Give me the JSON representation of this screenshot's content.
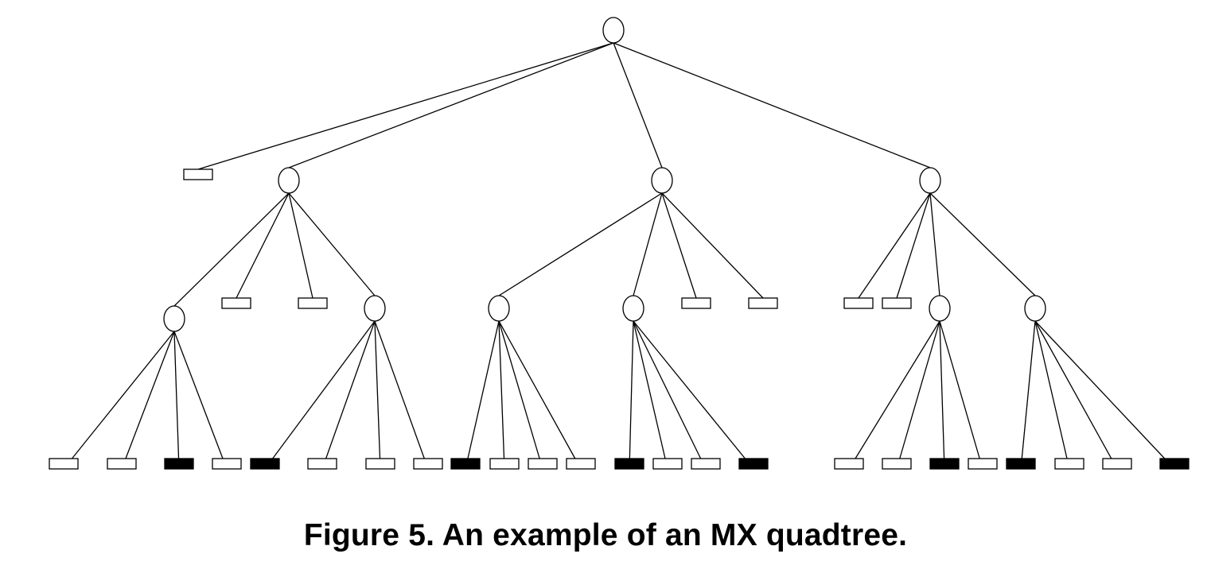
{
  "figure": {
    "caption": "Figure 5. An example of an MX quadtree."
  },
  "colors": {
    "line": "#000000",
    "black_leaf": "#000000",
    "white_leaf": "#ffffff",
    "background": "#ffffff"
  },
  "tree": {
    "node_types": [
      "internal",
      "white-leaf",
      "black-leaf"
    ],
    "root": {
      "type": "internal",
      "children": [
        {
          "type": "white"
        },
        {
          "type": "internal",
          "children": [
            {
              "type": "internal",
              "children": [
                {
                  "type": "white"
                },
                {
                  "type": "white"
                },
                {
                  "type": "black"
                },
                {
                  "type": "white"
                }
              ]
            },
            {
              "type": "white"
            },
            {
              "type": "white"
            },
            {
              "type": "internal",
              "children": [
                {
                  "type": "black"
                },
                {
                  "type": "white"
                },
                {
                  "type": "white"
                },
                {
                  "type": "white"
                }
              ]
            }
          ]
        },
        {
          "type": "internal",
          "children": [
            {
              "type": "internal",
              "children": [
                {
                  "type": "black"
                },
                {
                  "type": "white"
                },
                {
                  "type": "white"
                },
                {
                  "type": "white"
                }
              ]
            },
            {
              "type": "internal",
              "children": [
                {
                  "type": "black"
                },
                {
                  "type": "white"
                },
                {
                  "type": "white"
                },
                {
                  "type": "black"
                }
              ]
            },
            {
              "type": "white"
            },
            {
              "type": "white"
            }
          ]
        },
        {
          "type": "internal",
          "children": [
            {
              "type": "white"
            },
            {
              "type": "white"
            },
            {
              "type": "internal",
              "children": [
                {
                  "type": "white"
                },
                {
                  "type": "white"
                },
                {
                  "type": "black"
                },
                {
                  "type": "white"
                }
              ]
            },
            {
              "type": "internal",
              "children": [
                {
                  "type": "black"
                },
                {
                  "type": "white"
                },
                {
                  "type": "white"
                },
                {
                  "type": "black"
                }
              ]
            }
          ]
        }
      ]
    }
  }
}
